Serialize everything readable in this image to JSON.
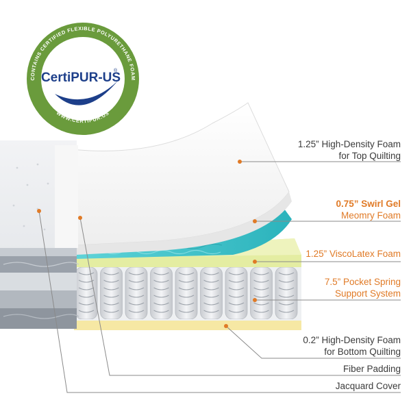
{
  "badge": {
    "brand": "CertiPUR-US",
    "brand_mark": "®",
    "ring_top": "CONTAINS CERTIFIED FLEXIBLE POLYURETHANE FOAM",
    "ring_bottom": "WWW.CERTIPUR.US"
  },
  "labels": {
    "top_foam": {
      "prefix": "1.25”",
      "line1": "High-Density Foam",
      "line2": "for Top Quilting"
    },
    "gel": {
      "line1": "0.75” Swirl Gel",
      "line2": "Meomry Foam"
    },
    "visco": {
      "prefix": "1.25”",
      "line1": "ViscoLatex Foam"
    },
    "spring": {
      "prefix": "7.5”",
      "line1": "Pocket Spring",
      "line2": "Support System"
    },
    "bottom_foam": {
      "prefix": "0.2”",
      "line1": "High-Density Foam",
      "line2": "for Bottom Quilting"
    },
    "fiber": {
      "line1": "Fiber Padding"
    },
    "jacquard": {
      "line1": "Jacquard Cover"
    }
  },
  "colors": {
    "badge_green": "#6a9b3c",
    "brand_navy": "#1d3f8a",
    "accent_orange": "#e07a26",
    "leader_gray": "#8a8a8a",
    "gel_teal": "#37c2c9",
    "visco_yellow": "#e4eda2",
    "bottom_yellow": "#f6e8a4"
  }
}
